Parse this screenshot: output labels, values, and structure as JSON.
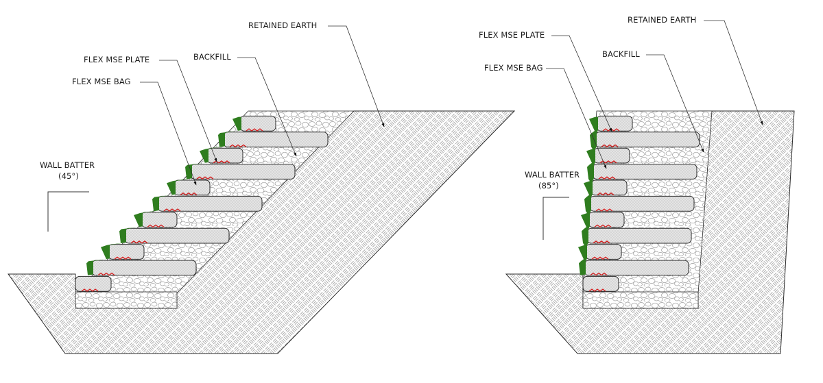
{
  "colors": {
    "line": "#2b2b2b",
    "earth_pattern": "#777777",
    "fill_pattern": "#9a9a9a",
    "bag_fill": "#dcdcdc",
    "vegetation": "#2f7d1f",
    "plate": "#d42020"
  },
  "diagrams": [
    {
      "wall_batter_label": "WALL BATTER",
      "wall_batter_angle": "(45°)",
      "retained_earth_label": "RETAINED EARTH",
      "backfill_label": "BACKFILL",
      "flex_mse_plate_label": "FLEX MSE PLATE",
      "flex_mse_bag_label": "FLEX MSE BAG"
    },
    {
      "wall_batter_label": "WALL BATTER",
      "wall_batter_angle": "(85°)",
      "retained_earth_label": "RETAINED EARTH",
      "backfill_label": "BACKFILL",
      "flex_mse_plate_label": "FLEX MSE PLATE",
      "flex_mse_bag_label": "FLEX MSE BAG"
    }
  ]
}
